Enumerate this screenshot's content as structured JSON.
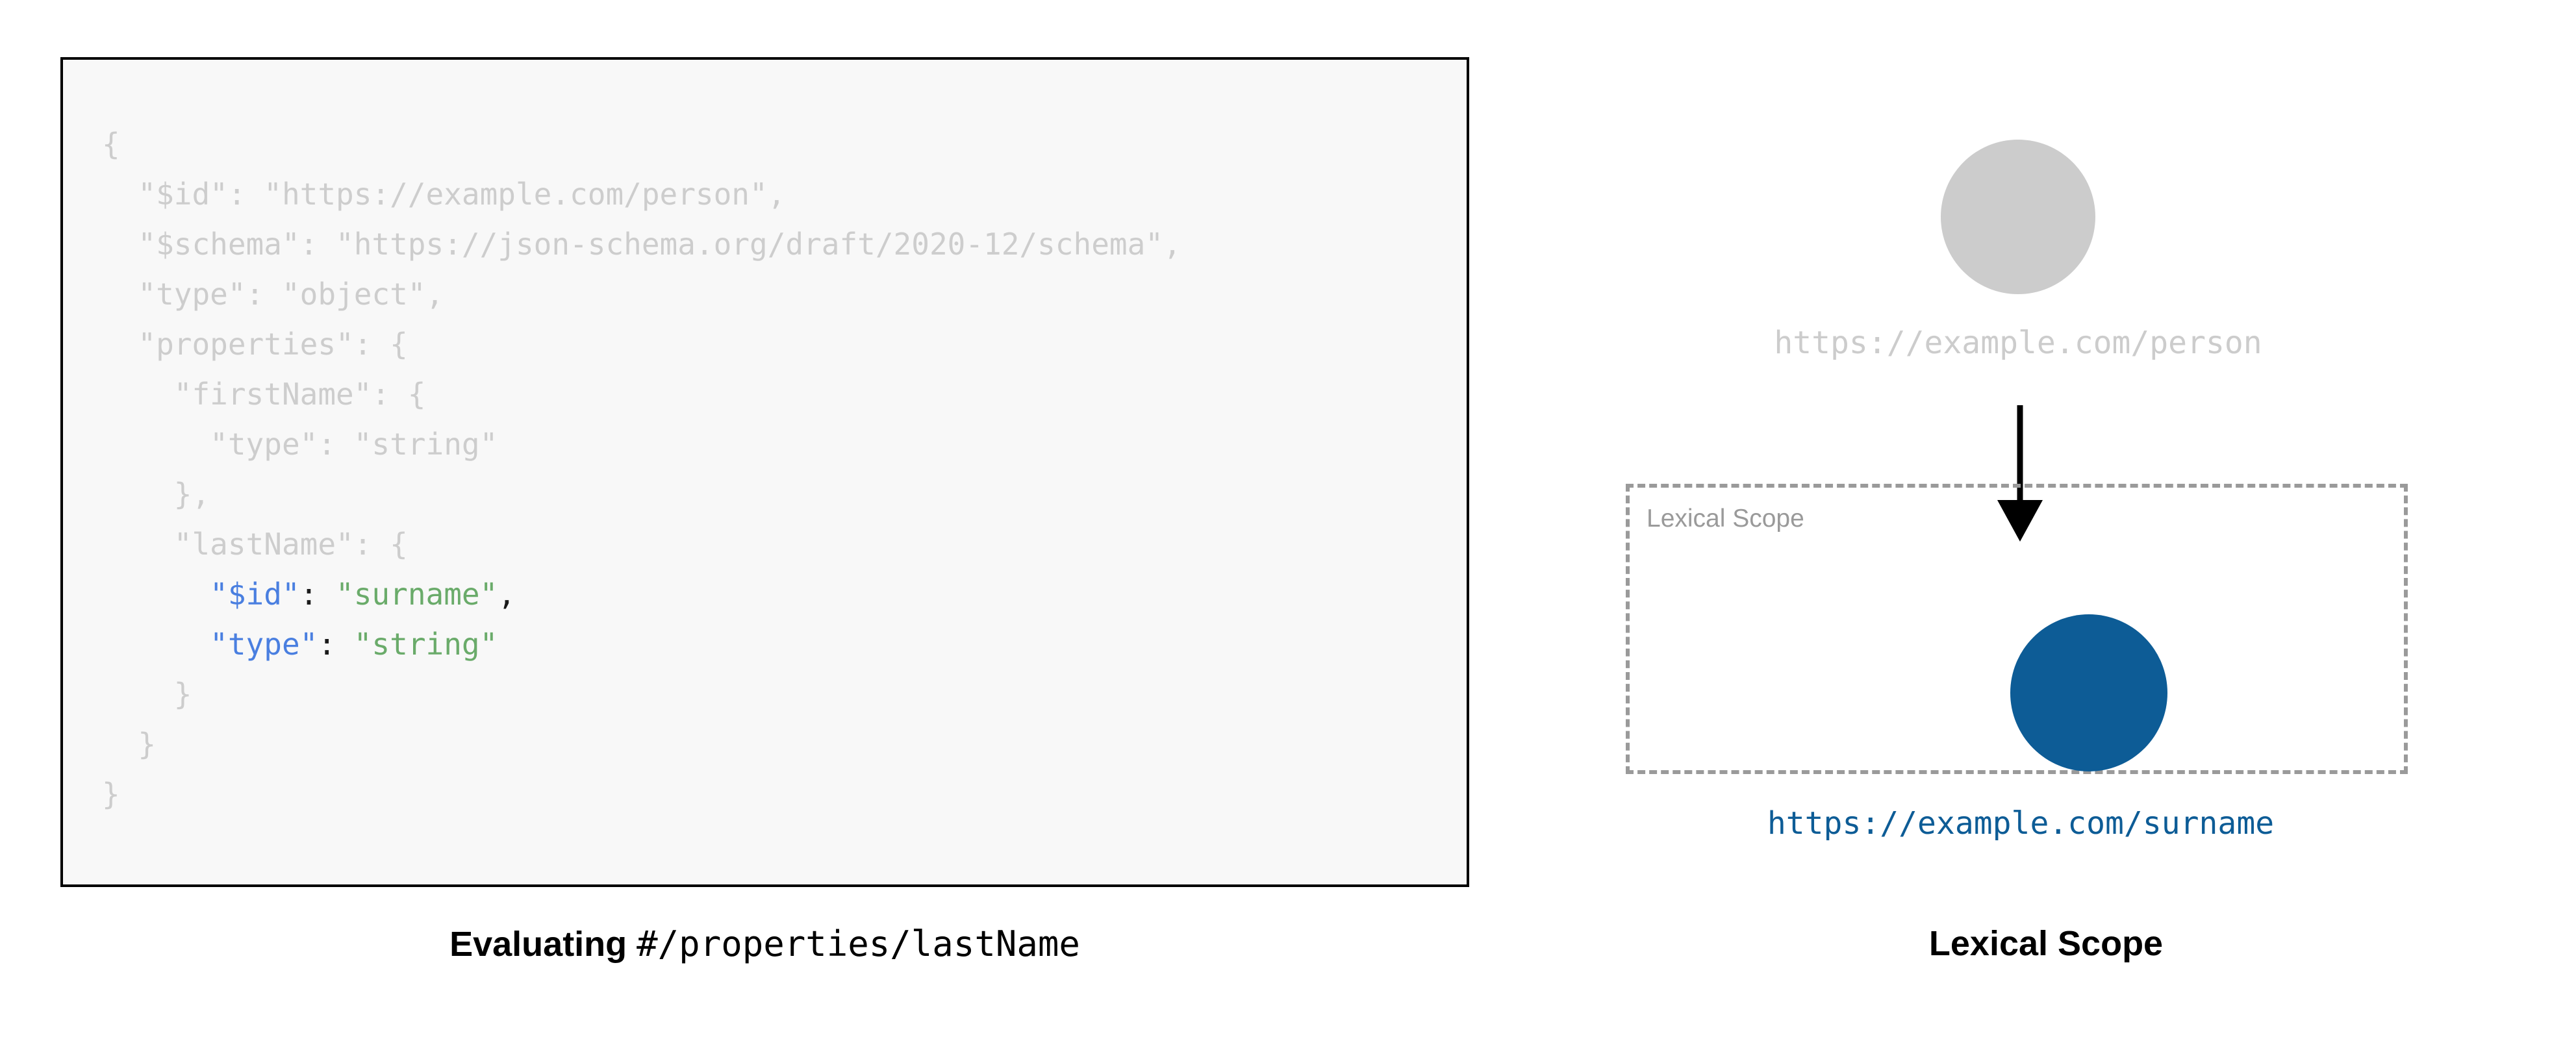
{
  "code_block": {
    "language": "json",
    "background_color": "#f8f8f8",
    "border_color": "#000000",
    "dim_color": "#cdcdcd",
    "key_color": "#4a7fe0",
    "value_color": "#6aab6a",
    "lines": [
      {
        "text": "{",
        "highlighted": false
      },
      {
        "text": "  \"$id\": \"https://example.com/person\",",
        "highlighted": false
      },
      {
        "text": "  \"$schema\": \"https://json-schema.org/draft/2020-12/schema\",",
        "highlighted": false
      },
      {
        "text": "  \"type\": \"object\",",
        "highlighted": false
      },
      {
        "text": "  \"properties\": {",
        "highlighted": false
      },
      {
        "text": "    \"firstName\": {",
        "highlighted": false
      },
      {
        "text": "      \"type\": \"string\"",
        "highlighted": false
      },
      {
        "text": "    },",
        "highlighted": false
      },
      {
        "text": "    \"lastName\": {",
        "highlighted": false
      },
      {
        "text": "      \"$id\": \"surname\",",
        "highlighted": true,
        "key": "\"$id\"",
        "value": "\"surname\"",
        "indent": "      ",
        "trailing": ","
      },
      {
        "text": "      \"type\": \"string\"",
        "highlighted": true,
        "key": "\"type\"",
        "value": "\"string\"",
        "indent": "      ",
        "trailing": ""
      },
      {
        "text": "    }",
        "highlighted": false
      },
      {
        "text": "  }",
        "highlighted": false
      },
      {
        "text": "}",
        "highlighted": false
      }
    ]
  },
  "left_caption": {
    "bold_text": "Evaluating ",
    "mono_text": "#/properties/lastName"
  },
  "diagram": {
    "root_node": {
      "label": "https://example.com/person",
      "circle_color": "#cccccc",
      "label_color": "#cccccc"
    },
    "arrow": {
      "color": "#000000"
    },
    "lexical_scope": {
      "inner_label": "Lexical Scope",
      "border_color": "#9a9a9a",
      "label_color": "#9a9a9a"
    },
    "child_node": {
      "label": "https://example.com/surname",
      "circle_color": "#0d5c96",
      "label_color": "#0d5c96"
    }
  },
  "right_caption": {
    "text": "Lexical Scope"
  }
}
